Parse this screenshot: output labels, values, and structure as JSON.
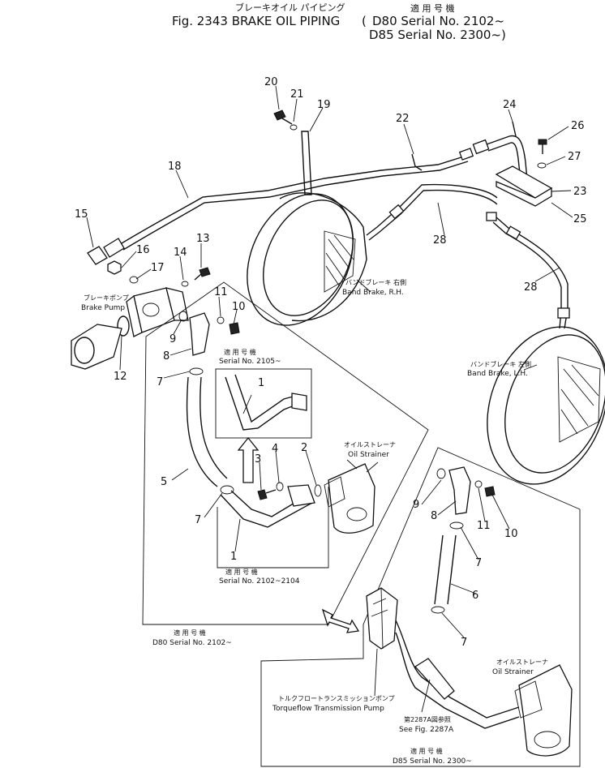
{
  "header": {
    "title_jp": "ブレーキオイル パイピング",
    "title_en": "Fig. 2343 BRAKE OIL PIPING",
    "applicable_jp": "適 用 号 機",
    "serial_d80": "D80 Serial No. 2102~",
    "serial_d85": "D85 Serial No. 2300~)"
  },
  "labels": {
    "band_brake_rh_jp": "バンドブレーキ 右側",
    "band_brake_rh_en": "Band Brake, R.H.",
    "band_brake_lh_jp": "バンドブレーキ 左側",
    "band_brake_lh_en": "Band Brake, L.H.",
    "brake_pump_jp": "ブレーキポンプ",
    "brake_pump_en": "Brake Pump",
    "oil_strainer_jp": "オイルストレーナ",
    "oil_strainer_en": "Oil Strainer",
    "torqueflow_jp": "トルクフロートランスミッションポンプ",
    "torqueflow_en": "Torqueflow Transmission Pump",
    "see_fig_jp": "第2287A図参照",
    "see_fig_en": "See Fig. 2287A",
    "applicable_jp": "適 用 号 機",
    "serial_2105": "Serial No. 2105~",
    "serial_2102_2104": "Serial No. 2102~2104",
    "d80_serial": "D80 Serial No. 2102~",
    "d85_serial": "D85 Serial No. 2300~"
  },
  "callouts": [
    "1",
    "2",
    "3",
    "4",
    "5",
    "6",
    "7",
    "8",
    "9",
    "10",
    "11",
    "12",
    "13",
    "14",
    "15",
    "16",
    "17",
    "18",
    "19",
    "20",
    "21",
    "22",
    "23",
    "24",
    "25",
    "26",
    "27",
    "28"
  ]
}
